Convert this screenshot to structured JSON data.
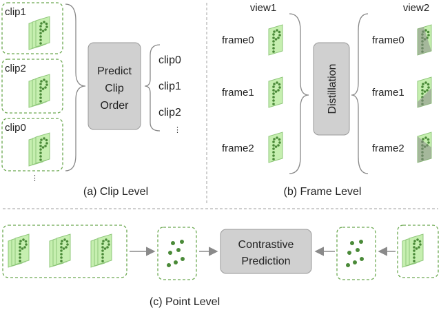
{
  "clip_level": {
    "clips": [
      "clip1",
      "clip2",
      "clip0"
    ],
    "task_lines": [
      "Predict",
      "Clip",
      "Order"
    ],
    "order": [
      "clip0",
      "clip1",
      "clip2"
    ],
    "caption": "(a)  Clip Level"
  },
  "frame_level": {
    "view1_title": "view1",
    "view2_title": "view2",
    "frames": [
      "frame0",
      "frame1",
      "frame2"
    ],
    "task": "Distillation",
    "caption": "(b)  Frame Level"
  },
  "point_level": {
    "task_lines": [
      "Contrastive",
      "Prediction"
    ],
    "caption": "(c) Point Level"
  },
  "colors": {
    "frame_fill": "#c6efb0",
    "frame_stroke": "#8fc77a",
    "dot": "#4a8a38",
    "dashed_green": "#6aa84f",
    "task_box": "#d0d0d0",
    "divider": "#b0b0b0",
    "shadow": "#8a8a8a"
  }
}
